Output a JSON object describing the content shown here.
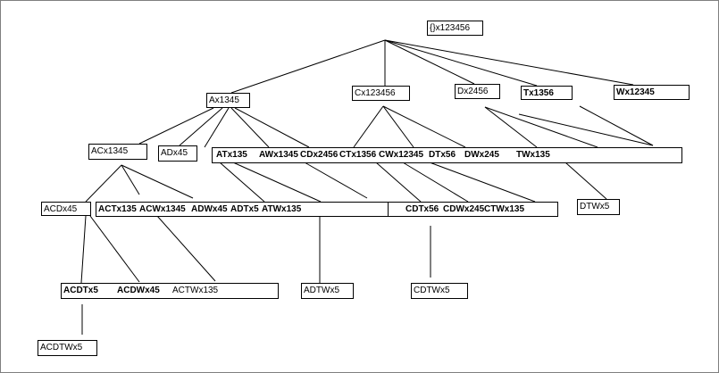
{
  "nodes": {
    "root": "{}x123456",
    "ax": "Ax1345",
    "cx": "Cx123456",
    "dx": "Dx2456",
    "tx": "Tx1356",
    "wx": "Wx12345",
    "acx": "ACx1345",
    "adx": "ADx45",
    "level2_group": [
      "ATx135",
      "AWx1345",
      "CDx2456",
      "CTx1356",
      "CWx12345",
      "DTx56",
      "DWx245",
      "TWx135"
    ],
    "acdx": "ACDx45",
    "level3_group_a": [
      "ACTx135",
      "ACWx1345",
      "ADWx45",
      "ADTx5",
      "ATWx135"
    ],
    "level3_group_b": [
      "CDTx56",
      "CDWx245",
      "CTWx135"
    ],
    "dtwx": "DTWx5",
    "level4_group": [
      "ACDTx5",
      "ACDWx45",
      "ACTWx135"
    ],
    "adtwx": "ADTWx5",
    "cdtwx": "CDTWx5",
    "acdtwx": "ACDTWx5"
  }
}
